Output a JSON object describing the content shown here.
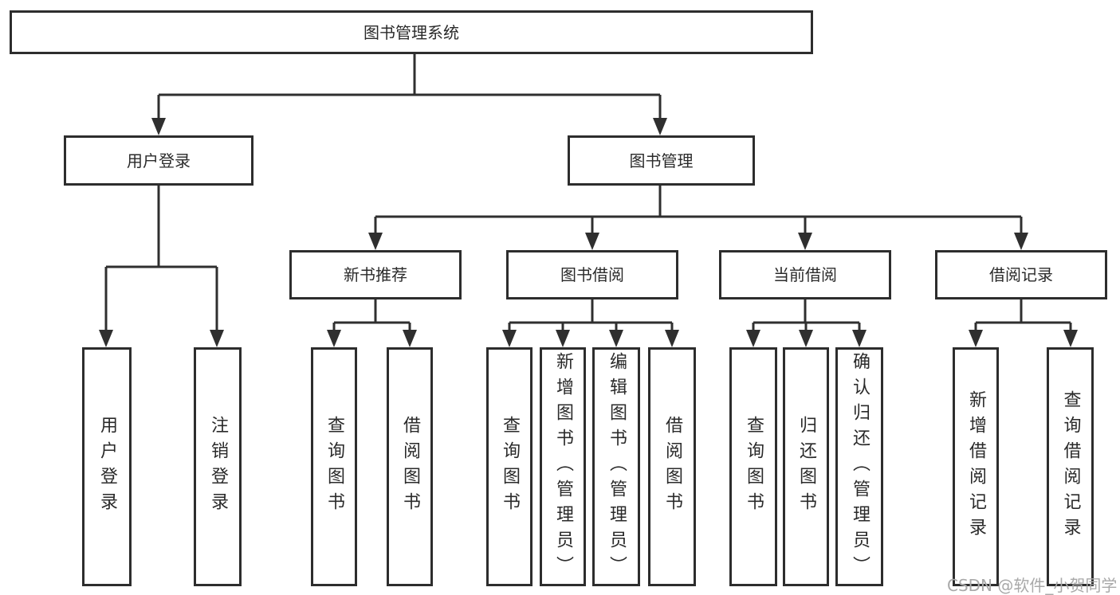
{
  "diagram": {
    "root": {
      "label": "图书管理系统"
    },
    "level2": [
      {
        "label": "用户登录"
      },
      {
        "label": "图书管理"
      }
    ],
    "level3": [
      {
        "label": "新书推荐"
      },
      {
        "label": "图书借阅"
      },
      {
        "label": "当前借阅"
      },
      {
        "label": "借阅记录"
      }
    ],
    "leaves": [
      {
        "label": "用户登录"
      },
      {
        "label": "注销登录"
      },
      {
        "label": "查询图书"
      },
      {
        "label": "借阅图书"
      },
      {
        "label": "查询图书"
      },
      {
        "label": "新增图书（管理员）"
      },
      {
        "label": "编辑图书（管理员）"
      },
      {
        "label": "借阅图书"
      },
      {
        "label": "查询图书"
      },
      {
        "label": "归还图书"
      },
      {
        "label": "确认归还（管理员）"
      },
      {
        "label": "新增借阅记录"
      },
      {
        "label": "查询借阅记录"
      }
    ],
    "colors": {
      "line": "#2f2f2f",
      "box_border": "#2d2d2d",
      "text": "#2a2a2a",
      "watermark": "#a9a9a9",
      "background": "#ffffff"
    }
  },
  "watermark": {
    "text": "CSDN @软件_小贺同学"
  }
}
